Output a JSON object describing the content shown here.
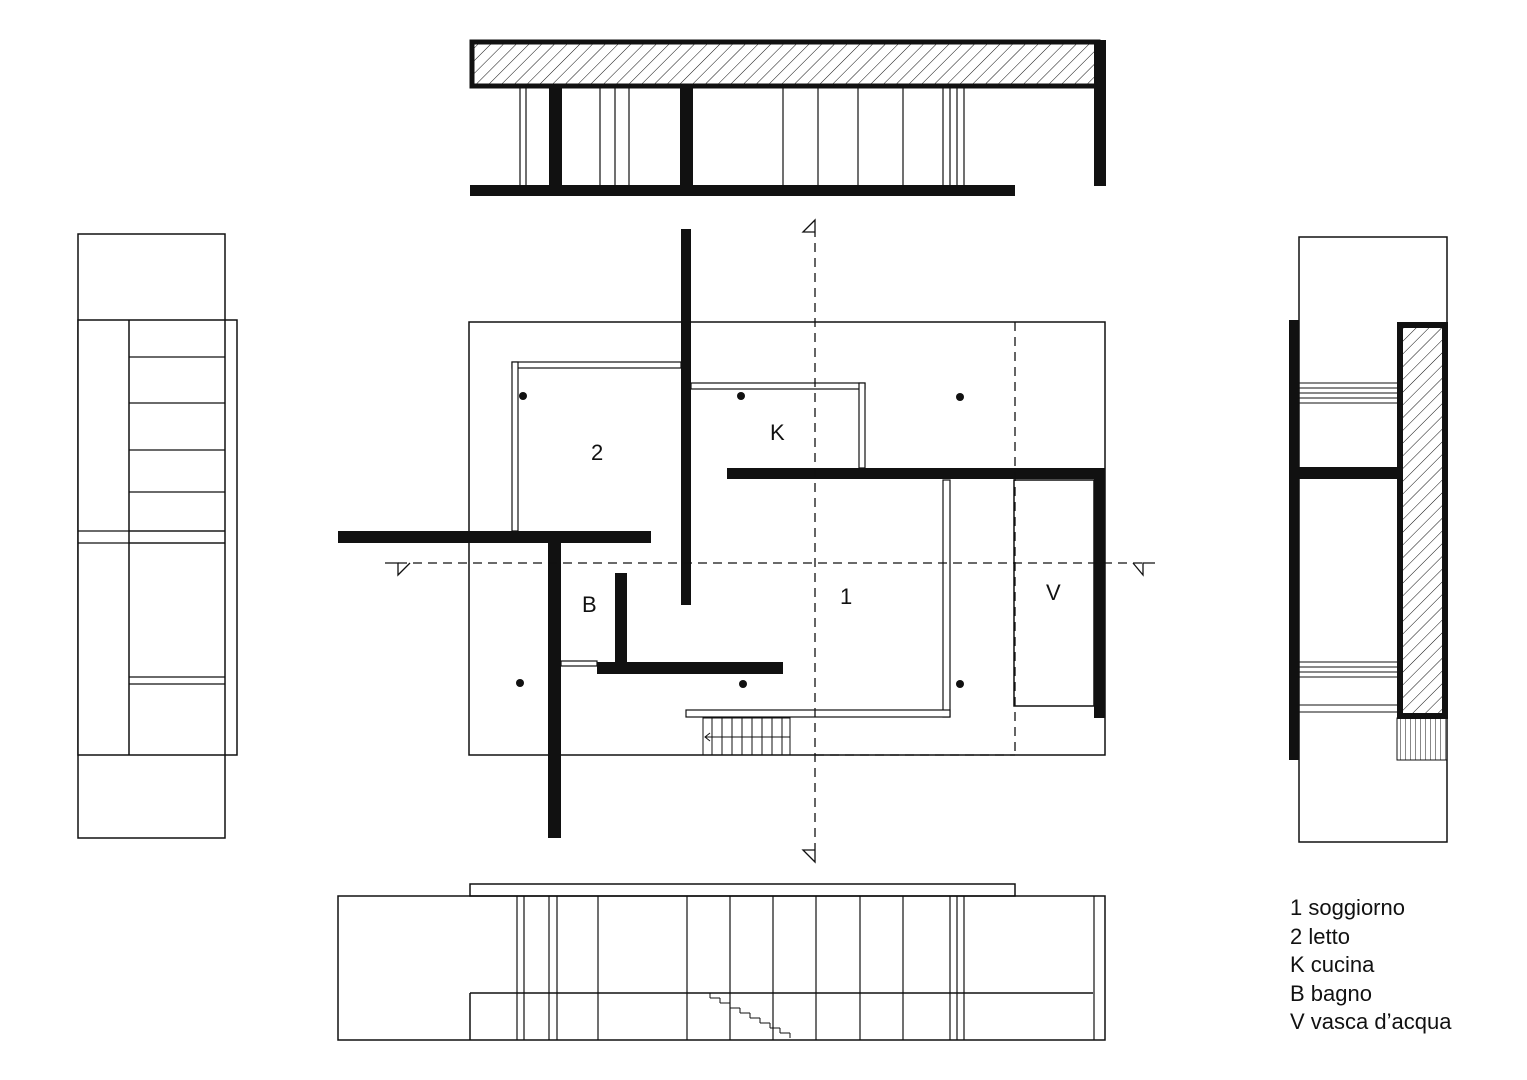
{
  "plan": {
    "rooms": {
      "living": "1",
      "bedroom": "2",
      "kitchen": "K",
      "bath": "B",
      "pool": "V"
    }
  },
  "legend": [
    "1 soggiorno",
    "2 letto",
    "K cucina",
    "B bagno",
    "V vasca d’acqua"
  ]
}
